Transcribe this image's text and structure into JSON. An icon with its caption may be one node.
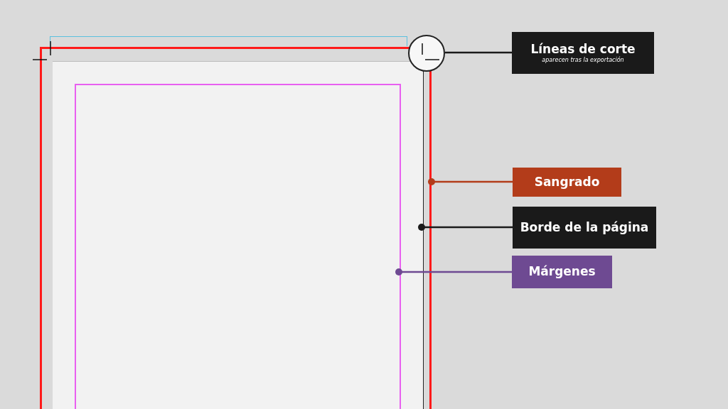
{
  "diagram": {
    "nodes": [
      {
        "text": [],
        "shape": "box"
      },
      {
        "text": [],
        "shape": "box",
        "in": 0
      },
      {
        "text": [],
        "shape": "box",
        "in": 1
      },
      {
        "text": [],
        "shape": "circle"
      },
      {
        "text": [
          "Líneas de corte",
          "aparecen tras la exportación"
        ]
      },
      {
        "text": [
          "Sangrado"
        ]
      },
      {
        "text": [
          "Borde de la página"
        ]
      },
      {
        "text": [
          "Márgenes"
        ]
      },
      {
        "text": [],
        "shape": "box"
      }
    ],
    "edges": [
      {
        "from": 4,
        "to": 3,
        "arrow": "none"
      },
      {
        "from": 5,
        "to": 0,
        "arrow": "other",
        "color": "#b33c1a"
      },
      {
        "from": 6,
        "to": 1,
        "arrow": "other"
      },
      {
        "from": 7,
        "to": 2,
        "arrow": "other",
        "color": "#6e4a92"
      }
    ]
  }
}
